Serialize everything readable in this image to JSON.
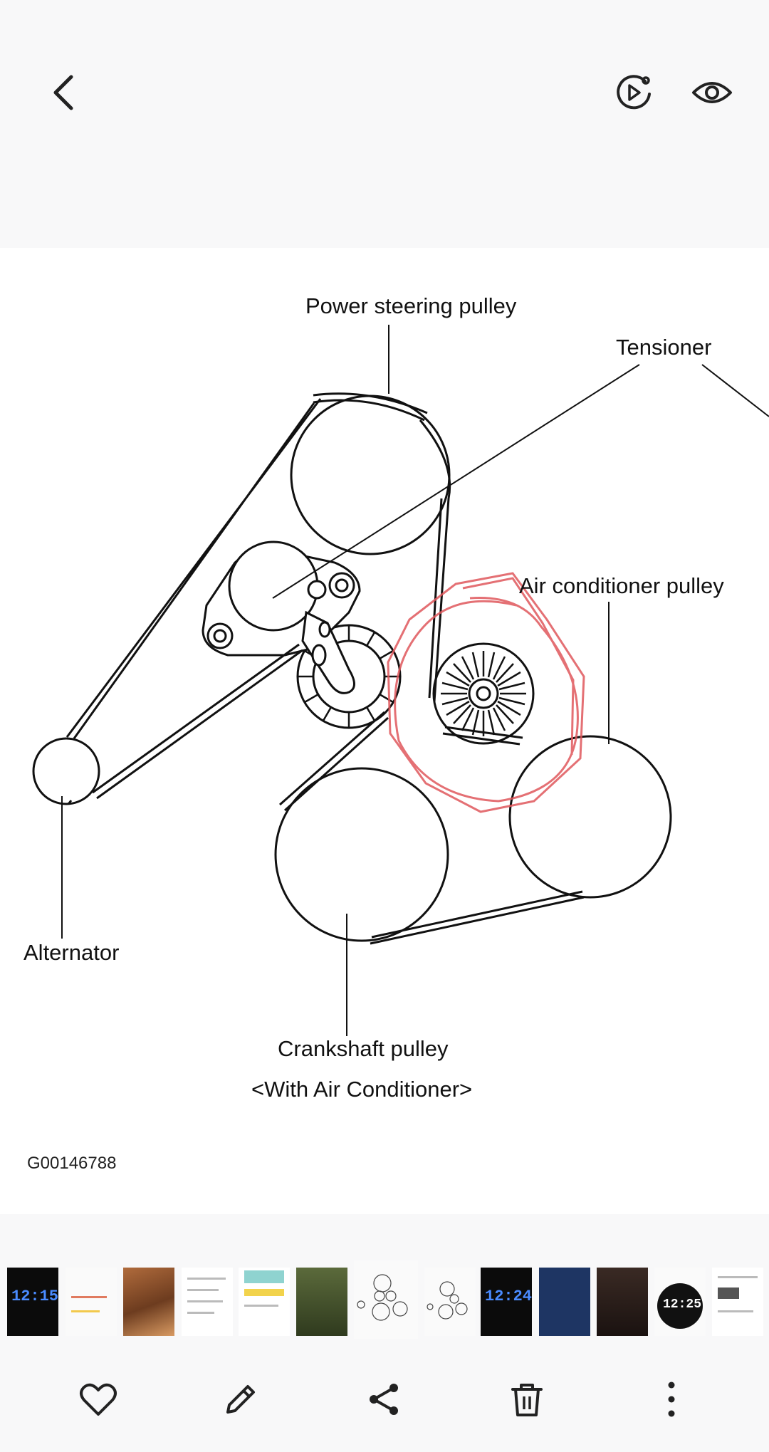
{
  "labels": {
    "power_steering": "Power steering pulley",
    "tensioner": "Tensioner",
    "air_conditioner": "Air conditioner pulley",
    "alternator": "Alternator",
    "crankshaft": "Crankshaft pulley",
    "caption": "<With Air Conditioner>",
    "code": "G00146788"
  },
  "thumbnails": [
    {
      "label": "12:15"
    },
    {
      "label": ""
    },
    {
      "label": ""
    },
    {
      "label": ""
    },
    {
      "label": ""
    },
    {
      "label": ""
    },
    {
      "label": ""
    },
    {
      "label": ""
    },
    {
      "label": "12:24"
    },
    {
      "label": ""
    },
    {
      "label": ""
    },
    {
      "label": "12:25"
    },
    {
      "label": ""
    }
  ],
  "icons": {
    "back": "chevron-left-icon",
    "motion": "motion-photo-icon",
    "eye": "eye-icon",
    "favorite": "heart-icon",
    "edit": "pencil-icon",
    "share": "share-icon",
    "delete": "trash-icon",
    "more": "more-vertical-icon"
  },
  "colors": {
    "background": "#f8f8f9",
    "annotation": "#e0585c",
    "ink": "#111111"
  }
}
